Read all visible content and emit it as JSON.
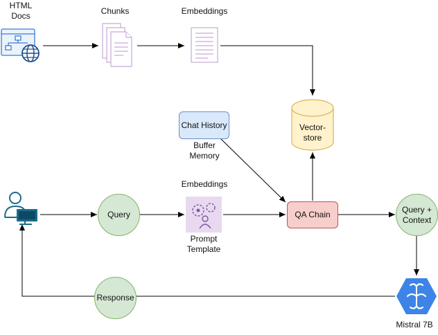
{
  "labels": {
    "html_docs": "HTML\nDocs",
    "chunks": "Chunks",
    "embeddings_top": "Embeddings",
    "embeddings_mid": "Embeddings",
    "buffer_memory": "Buffer\nMemory",
    "prompt_template": "Prompt\nTemplate",
    "mistral": "Mistral 7B"
  },
  "nodes": {
    "chat_history": "Chat History",
    "vector_store": "Vector-\nstore",
    "query": "Query",
    "qa_chain": "QA Chain",
    "query_context": "Query +\nContext",
    "response": "Response"
  },
  "colors": {
    "arrow": "#000000",
    "circle_fill": "#d5e8d4",
    "circle_stroke": "#82b366",
    "chat_fill": "#dae8fc",
    "chat_stroke": "#6c8ebf",
    "qa_fill": "#f8cecc",
    "qa_stroke": "#b85450",
    "store_fill": "#fff2cc",
    "store_stroke": "#d6b656",
    "doc_icon": "#c9a9d6",
    "user_icon": "#1b6b8a",
    "brain_icon": "#3e84e6"
  },
  "icons": [
    "html-docs-icon",
    "chunks-icon",
    "embeddings-icon",
    "user-icon",
    "prompt-template-icon",
    "mistral-brain-icon"
  ]
}
